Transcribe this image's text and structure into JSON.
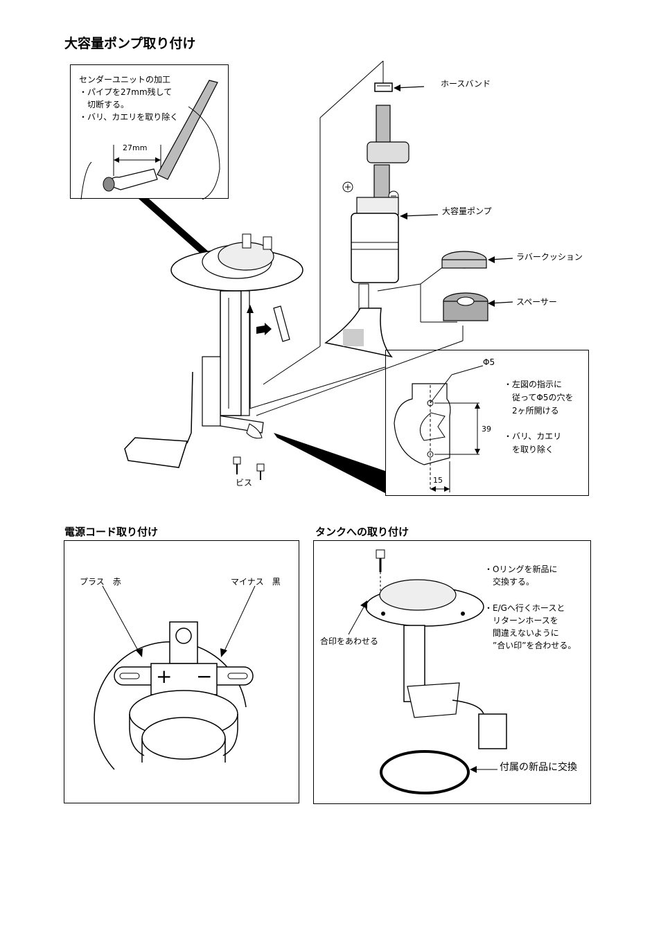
{
  "sections": {
    "pump": {
      "title": "大容量ポンプ取り付け",
      "inset_lines": [
        "センダーユニットの加工",
        "・パイプを27mm残して",
        "　切断する。",
        "・バリ、カエリを取り除く"
      ],
      "inset_dim": "27mm",
      "labels": {
        "hose_band": "ホースバンド",
        "pump": "大容量ポンプ",
        "rubber_cushion": "ラバークッション",
        "spacer": "スペーサー",
        "screw": "ビス"
      },
      "detail": {
        "dia": "Φ5",
        "lines1": [
          "・左図の指示に",
          "　従ってΦ5の穴を",
          "　2ヶ所開ける"
        ],
        "lines2": [
          "・バリ、カエリ",
          "　を取り除く"
        ],
        "dim_v": "39",
        "dim_h": "15"
      }
    },
    "cord": {
      "title": "電源コード取り付け",
      "plus": "プラス　赤",
      "minus": "マイナス　黒",
      "plus_sym": "+",
      "minus_sym": "−"
    },
    "tank": {
      "title": "タンクへの取り付け",
      "oring_lines": [
        "・Oリングを新品に",
        "　交換する。"
      ],
      "hose_lines": [
        "・E/Gへ行くホースと",
        "　リターンホースを",
        "　間違えないように",
        "　”合い印”を合わせる。"
      ],
      "align": "合印をあわせる",
      "gasket": "付属の新品に交換"
    }
  }
}
